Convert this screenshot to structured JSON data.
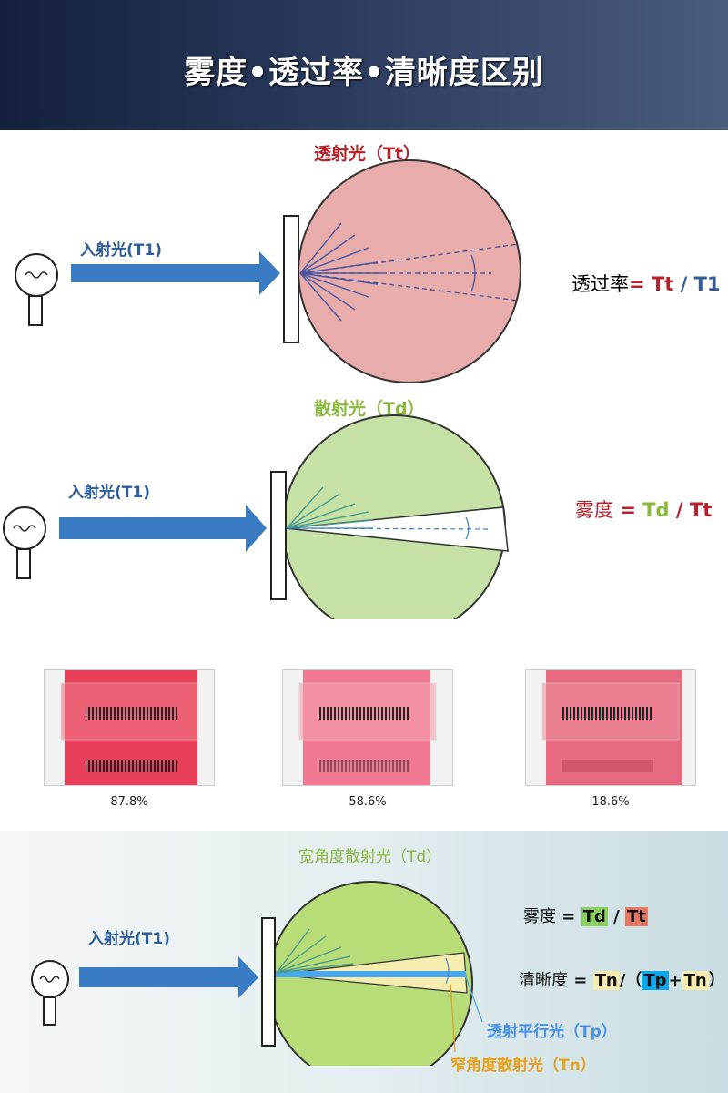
{
  "title": "雾度•透过率•清晰度区别",
  "section1": {
    "top_label": "透射光（Tt）",
    "incident_label": "入射光(T1)",
    "formula": {
      "name": "透过率",
      "eq": "=",
      "a": "Tt",
      "slash": "/",
      "b": "T1"
    }
  },
  "section2": {
    "top_label": "散射光（Td）",
    "incident_label": "入射光(T1)",
    "formula": {
      "name": "雾度",
      "eq": "=",
      "a": "Td",
      "slash": "/",
      "b": "Tt"
    }
  },
  "samples": [
    {
      "caption": "87.8%"
    },
    {
      "caption": "58.6%"
    },
    {
      "caption": "18.6%"
    }
  ],
  "section4": {
    "top_label": "宽角度散射光（Td）",
    "incident_label": "入射光(T1)",
    "tp_label": "透射平行光（Tp）",
    "tn_label": "窄角度散射光（Tn）",
    "haze": {
      "name": "雾度",
      "eq": "=",
      "a": "Td",
      "slash": "/",
      "b": "Tt"
    },
    "clarity": {
      "name": "清晰度",
      "eq": "=",
      "a": "Tn",
      "slash": "/",
      "lp": "（",
      "b": "Tp",
      "plus": "+",
      "c": "Tn",
      "rp": "）"
    }
  },
  "colors": {
    "red": "#b8202a",
    "green": "#8ab840",
    "blue": "#2f5d9a",
    "arrow": "#3a7cc4",
    "orange": "#e8a020"
  }
}
